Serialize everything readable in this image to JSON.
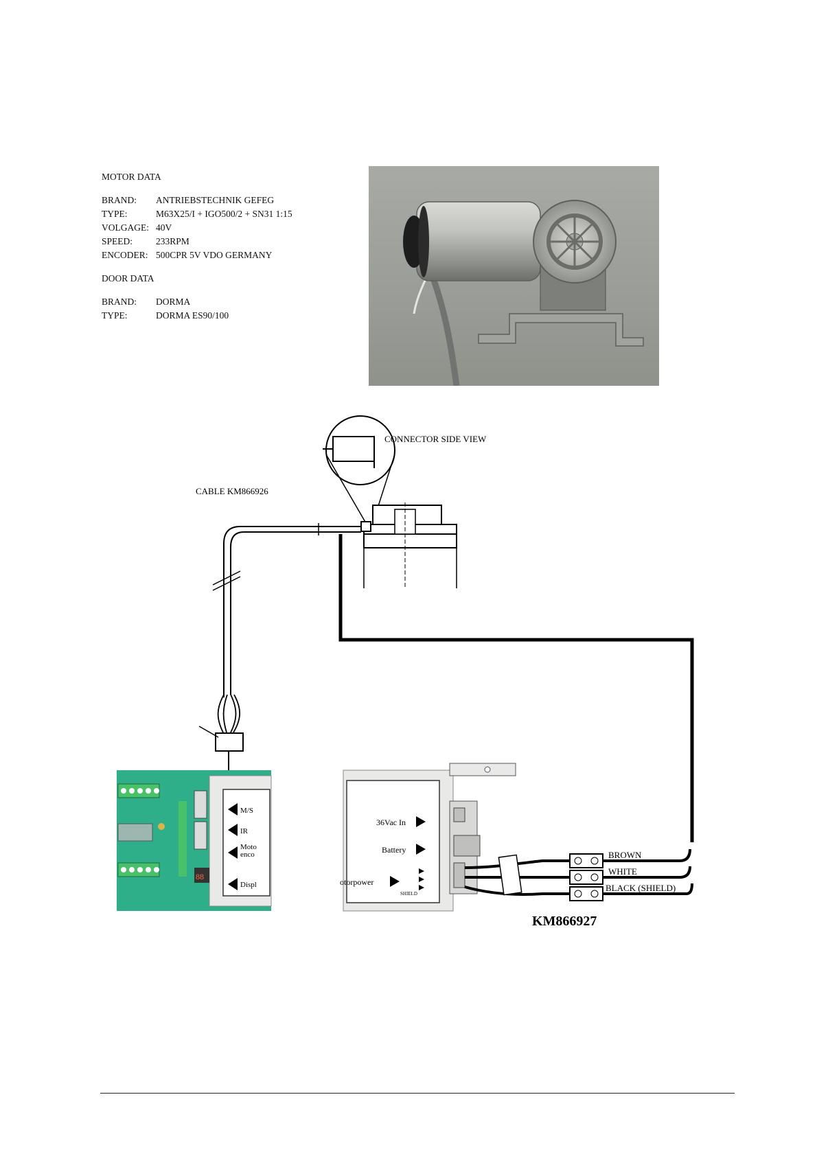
{
  "motor_data": {
    "heading": "MOTOR DATA",
    "rows": [
      {
        "label": "BRAND:",
        "value": "ANTRIEBSTECHNIK GEFEG"
      },
      {
        "label": "TYPE:",
        "value": "M63X25/I  + IGO500/2 + SN31 1:15"
      },
      {
        "label": "VOLGAGE:",
        "value": "40V"
      },
      {
        "label": "SPEED:",
        "value": "233RPM"
      },
      {
        "label": "ENCODER:",
        "value": "500CPR 5V VDO GERMANY"
      }
    ]
  },
  "door_data": {
    "heading": "DOOR DATA",
    "rows": [
      {
        "label": "BRAND:",
        "value": "DORMA"
      },
      {
        "label": "TYPE:",
        "value": "DORMA ES90/100"
      }
    ]
  },
  "diagram": {
    "connector_label": "CONNECTOR SIDE VIEW",
    "cable_label": "CABLE KM866926",
    "left_board_labels": [
      "M/S",
      "IR",
      "Moto",
      "enco",
      "Displ"
    ],
    "right_board_labels": [
      "36Vac In",
      "Battery",
      "otorpower",
      "SHIELD"
    ],
    "wire_labels": [
      "BROWN",
      "WHITE",
      "BLACK (SHIELD)"
    ],
    "part_number": "KM866927"
  },
  "colors": {
    "pcb_green": "#2fae8a",
    "terminal_green": "#49c06a"
  }
}
